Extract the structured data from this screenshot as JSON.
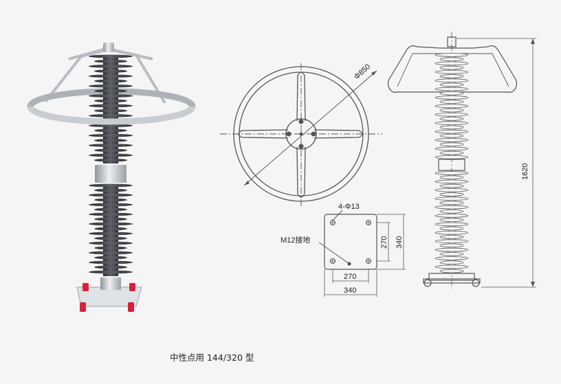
{
  "caption": "中性点用 144/320 型",
  "dimensions": {
    "ring_diameter": "Φ850",
    "mount_holes": "4-Φ13",
    "ground_bolt": "M12接地",
    "base_hole_pitch_h": "270",
    "base_width": "340",
    "base_hole_pitch_v": "270",
    "base_height": "340",
    "overall_height": "1620"
  },
  "colors": {
    "insulator_shed": "#3d3f44",
    "metal": "#c8cbd0",
    "ring": "#b9bdc2",
    "base_bolt": "#d9203a",
    "drawing_line": "#555555"
  }
}
